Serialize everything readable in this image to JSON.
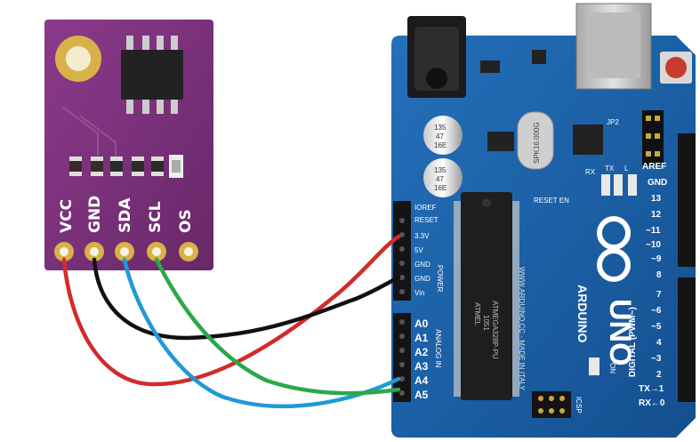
{
  "sensor": {
    "pins": [
      {
        "label": "VCC"
      },
      {
        "label": "GND"
      },
      {
        "label": "SDA"
      },
      {
        "label": "SCL"
      },
      {
        "label": "OS"
      }
    ]
  },
  "arduino": {
    "brand": "ARDUINO",
    "model": "UNO",
    "crystal": "SPK16.000G",
    "capacitor_1": "135\n47\n16E",
    "capacitor_2": "135\n47\n16E",
    "chip_brand": "ATMEL",
    "chip_model": "ATMEGA328P-PU",
    "chip_code": "1051",
    "website": "WWW.ARDUINO.CC - MADE IN ITALY",
    "reset_label": "RESET",
    "reset_en": "RESET EN",
    "aref": "AREF",
    "gnd_top": "GND",
    "digital_label": "DIGITAL (PWM~)",
    "analog_label": "ANALOG IN",
    "power_label": "POWER",
    "icsp_label": "ICSP",
    "on_label": "ON",
    "tx_label": "TX",
    "rx_label": "RX",
    "l_label": "L",
    "jp2": "JP2",
    "power_pins": [
      "IOREF",
      "RESET",
      "3.3V",
      "5V",
      "GND",
      "GND",
      "Vin"
    ],
    "analog_pins": [
      "A0",
      "A1",
      "A2",
      "A3",
      "A4",
      "A5"
    ],
    "digital_pins": [
      "13",
      "12",
      "~11",
      "~10",
      "~9",
      "8",
      "7",
      "~6",
      "~5",
      "4",
      "~3",
      "2",
      "TX→1",
      "RX←0"
    ]
  },
  "wires": [
    {
      "from": "VCC",
      "to": "3.3V",
      "color": "#d42a2a"
    },
    {
      "from": "GND",
      "to": "GND",
      "color": "#111111"
    },
    {
      "from": "SDA",
      "to": "A4",
      "color": "#1e9ad6"
    },
    {
      "from": "SCL",
      "to": "A5",
      "color": "#2aa84a"
    }
  ],
  "colors": {
    "sensor_board": "#7a2f7a",
    "arduino_board": "#1a5fa8",
    "header": "#1a1a1a",
    "gold": "#d8b248"
  }
}
